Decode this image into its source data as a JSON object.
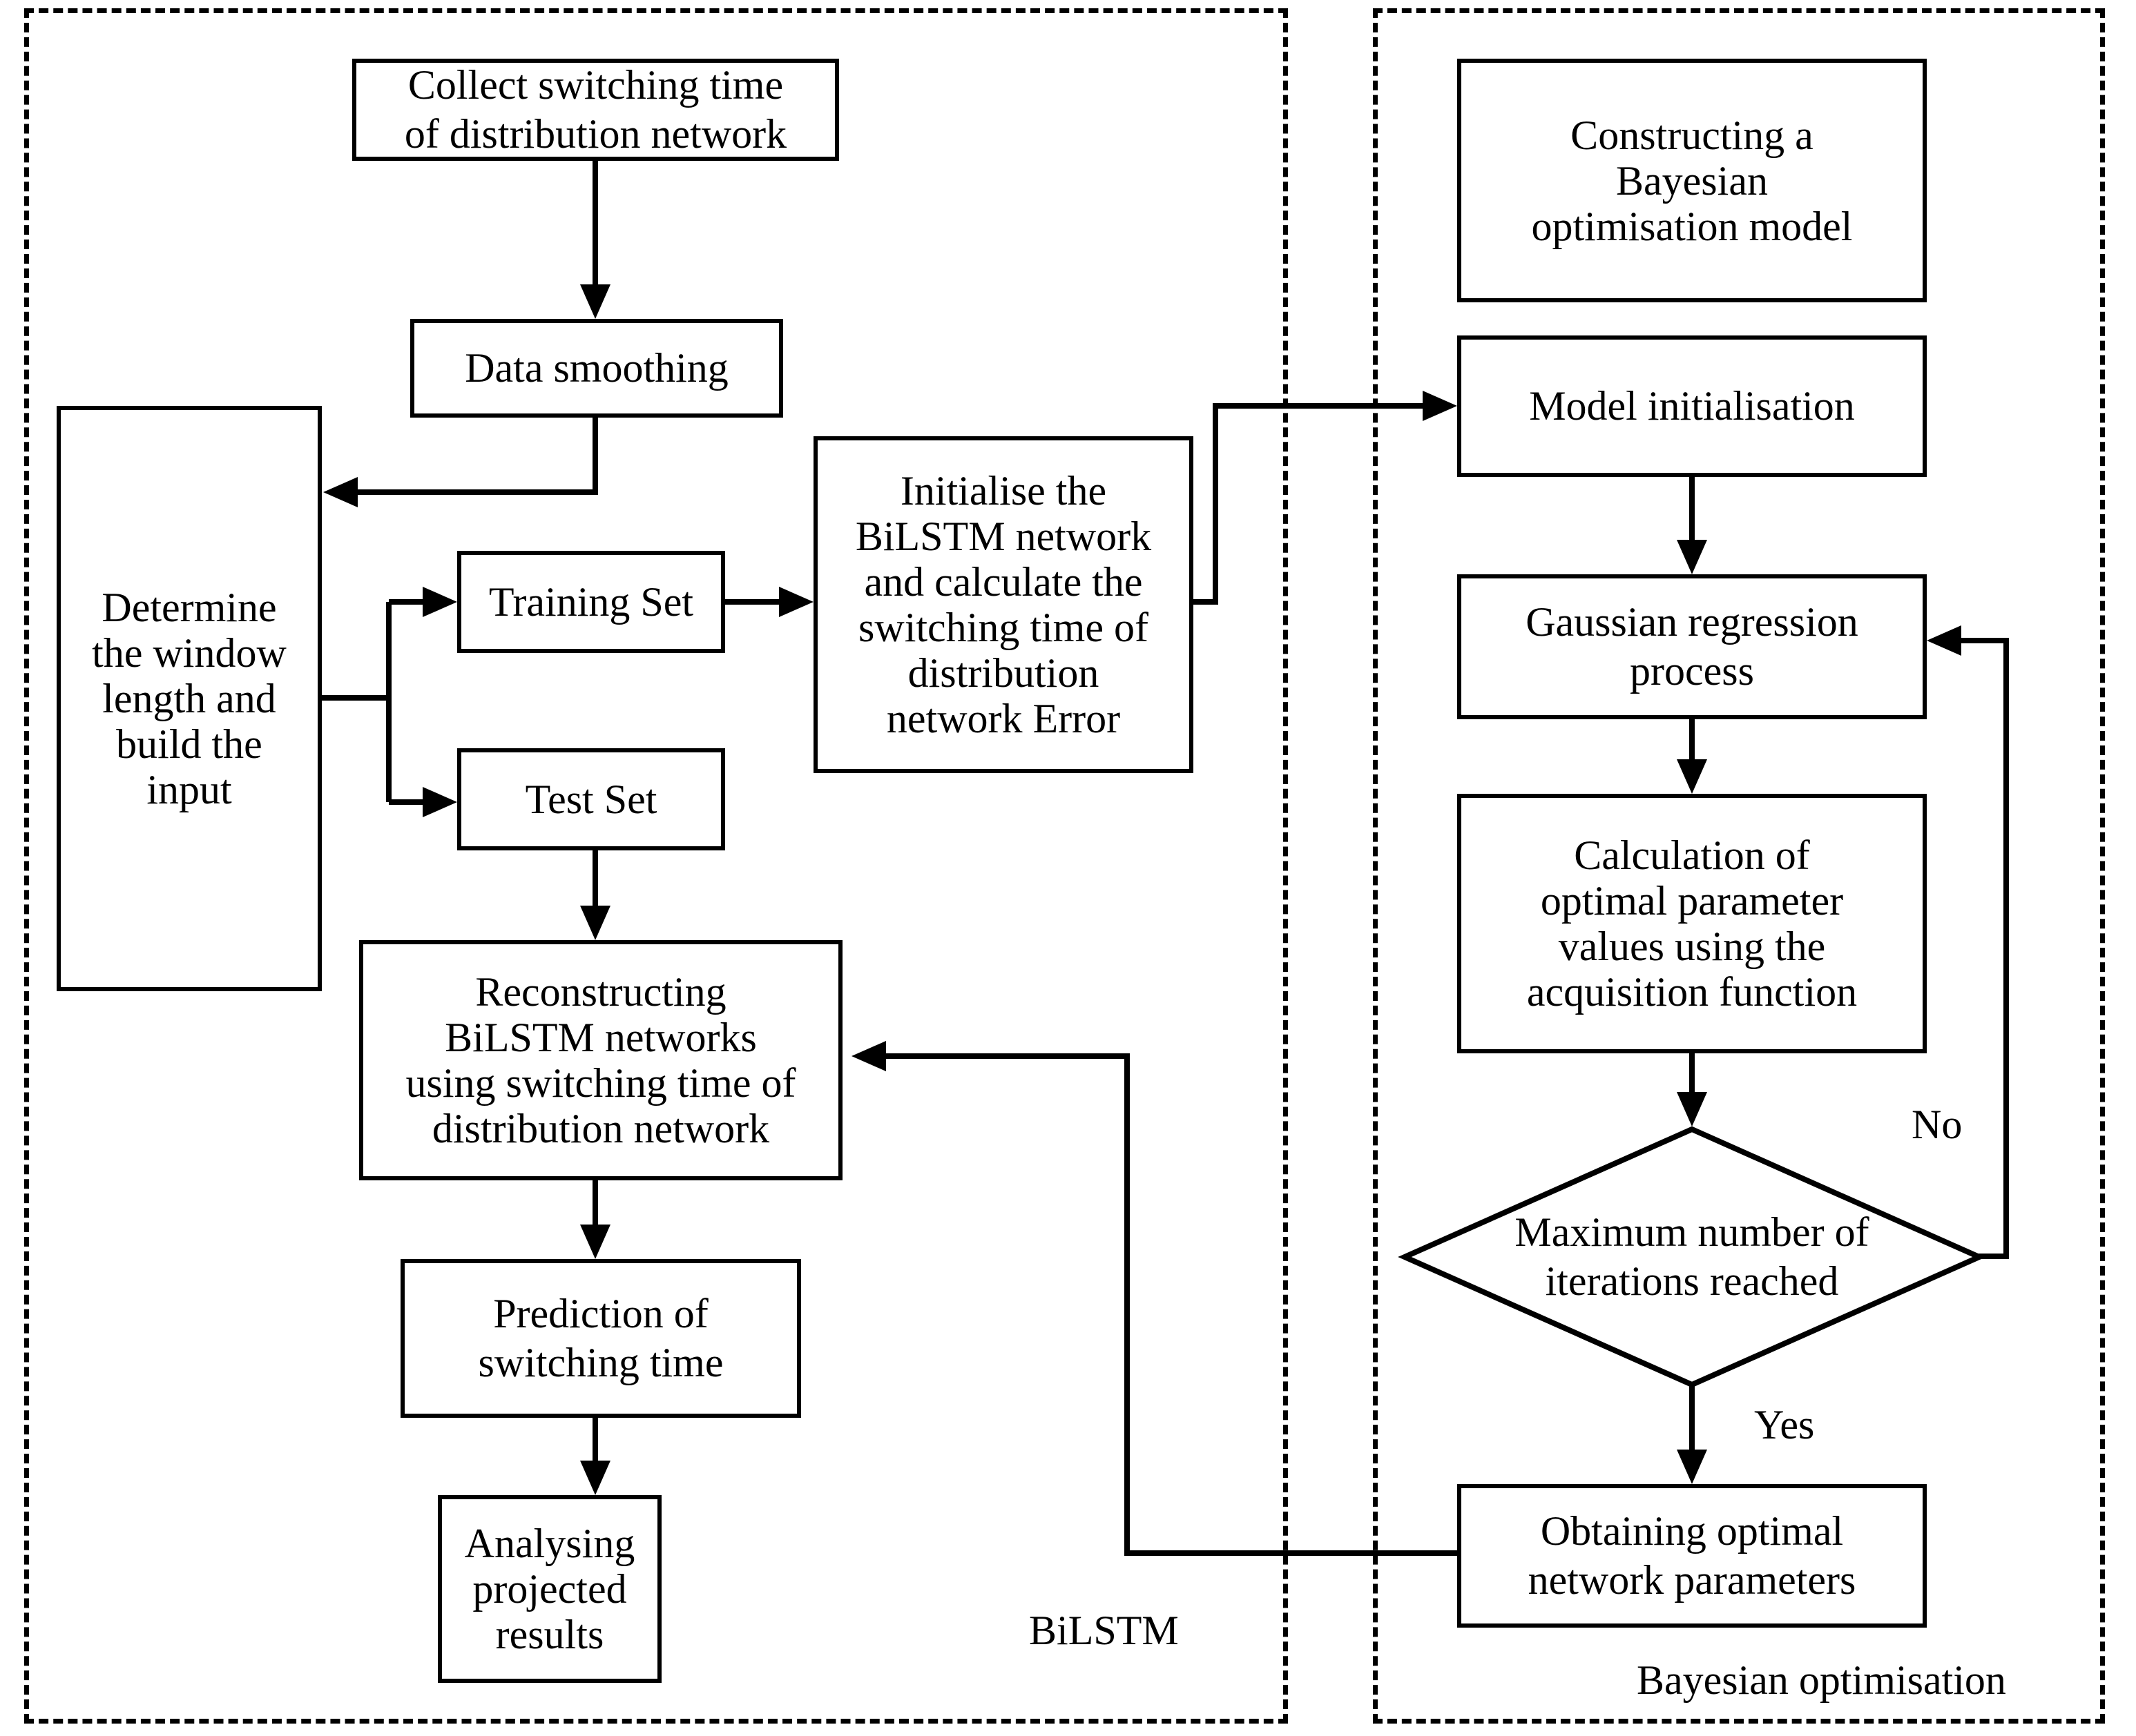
{
  "diagram": {
    "title": "BiLSTM with Bayesian optimisation flowchart",
    "groups": [
      {
        "id": "bilstm",
        "label": "BiLSTM"
      },
      {
        "id": "bayes",
        "label": "Bayesian optimisation"
      }
    ],
    "colors": {
      "stroke": "#000000",
      "fill": "#ffffff",
      "text": "#000000"
    }
  },
  "left_panel": {
    "label": "BiLSTM",
    "nodes": {
      "collect": "Collect switching time\nof distribution network",
      "smoothing": "Data smoothing",
      "determine": "Determine\nthe window\nlength and\nbuild the\ninput",
      "training_set": "Training Set",
      "test_set": "Test Set",
      "initialise": "Initialise the\nBiLSTM network\nand calculate the\nswitching time of\ndistribution\nnetwork Error",
      "reconstruct": "Reconstructing\nBiLSTM networks\nusing switching time of\ndistribution network",
      "prediction": "Prediction of\nswitching time",
      "analysing": "Analysing\nprojected\nresults"
    }
  },
  "right_panel": {
    "label": "Bayesian optimisation",
    "nodes": {
      "construct": "Constructing a\nBayesian\noptimisation model",
      "model_init": "Model initialisation",
      "gaussian": "Gaussian regression\nprocess",
      "calculation": "Calculation of\noptimal parameter\nvalues using the\nacquisition function",
      "decision": "Maximum number of\niterations reached",
      "obtain": "Obtaining optimal\nnetwork parameters"
    },
    "edge_labels": {
      "no": "No",
      "yes": "Yes"
    }
  }
}
